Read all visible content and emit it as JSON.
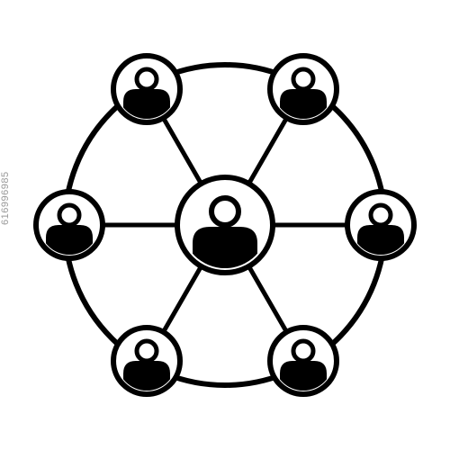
{
  "icon": {
    "name": "social-network-icon",
    "stroke_color": "#000000",
    "fill_color": "#000000",
    "background": "#ffffff",
    "outer_nodes": 6,
    "center_node": 1
  },
  "watermark": {
    "id_text": "616996985"
  }
}
